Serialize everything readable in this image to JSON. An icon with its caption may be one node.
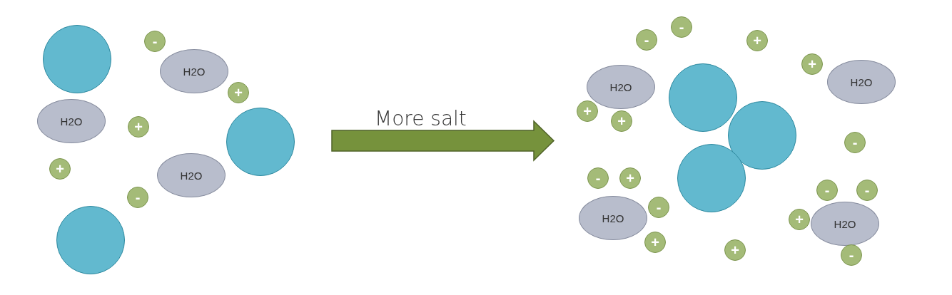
{
  "diagram": {
    "nodes": [
      {
        "text": [],
        "shape": "circle"
      },
      {
        "text": [
          "-"
        ]
      },
      {
        "text": [
          "H2O"
        ]
      },
      {
        "text": [
          "+"
        ]
      },
      {
        "text": [
          "H2O"
        ]
      },
      {
        "text": [
          "+"
        ]
      },
      {
        "text": [],
        "shape": "circle"
      },
      {
        "text": [
          "+"
        ]
      },
      {
        "text": [
          "H2O"
        ]
      },
      {
        "text": [
          "-"
        ]
      },
      {
        "text": [],
        "shape": "circle"
      },
      {
        "text": [
          "-"
        ]
      },
      {
        "text": [
          "-"
        ]
      },
      {
        "text": [
          "+"
        ]
      },
      {
        "text": [
          "+"
        ]
      },
      {
        "text": [
          "H2O"
        ]
      },
      {
        "text": [
          "H2O"
        ]
      },
      {
        "text": [],
        "shape": "circle"
      },
      {
        "text": [
          "+"
        ]
      },
      {
        "text": [
          "+"
        ]
      },
      {
        "text": [],
        "shape": "circle"
      },
      {
        "text": [
          "-"
        ]
      },
      {
        "text": [
          "-"
        ]
      },
      {
        "text": [
          "+"
        ]
      },
      {
        "text": [],
        "shape": "circle"
      },
      {
        "text": [
          "-"
        ]
      },
      {
        "text": [
          "-"
        ]
      },
      {
        "text": [
          "H2O"
        ]
      },
      {
        "text": [
          "-"
        ]
      },
      {
        "text": [
          "+"
        ]
      },
      {
        "text": [
          "H2O"
        ]
      },
      {
        "text": [
          "+"
        ]
      },
      {
        "text": [
          "+"
        ]
      },
      {
        "text": [
          "-"
        ]
      }
    ],
    "labels": [
      "More salt"
    ]
  }
}
